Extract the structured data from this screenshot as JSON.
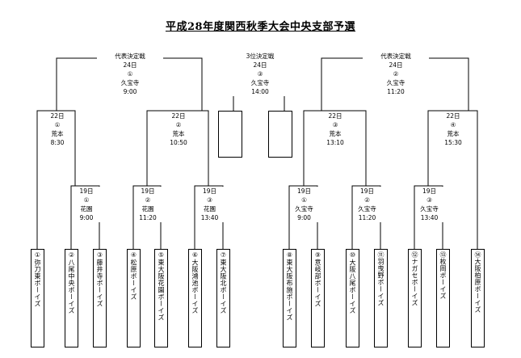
{
  "title": "平成28年度関西秋季大会中央支部予選",
  "final_matches": [
    {
      "round_label": "代表決定戦",
      "date": "24日",
      "number": "①",
      "venue": "久宝寺",
      "time": "9:00"
    },
    {
      "round_label": "3位決定戦",
      "date": "24日",
      "number": "③",
      "venue": "久宝寺",
      "time": "14:00"
    },
    {
      "round_label": "代表決定戦",
      "date": "24日",
      "number": "②",
      "venue": "久宝寺",
      "time": "11:20"
    }
  ],
  "semi_matches": [
    {
      "date": "22日",
      "number": "①",
      "venue": "荒本",
      "time": "8:30"
    },
    {
      "date": "22日",
      "number": "②",
      "venue": "荒本",
      "time": "10:50"
    },
    {
      "date": "22日",
      "number": "③",
      "venue": "荒本",
      "time": "13:10"
    },
    {
      "date": "22日",
      "number": "④",
      "venue": "荒本",
      "time": "15:30"
    }
  ],
  "first_matches": [
    {
      "date": "19日",
      "number": "①",
      "venue": "花園",
      "time": "9:00"
    },
    {
      "date": "19日",
      "number": "②",
      "venue": "花園",
      "time": "11:20"
    },
    {
      "date": "19日",
      "number": "③",
      "venue": "花園",
      "time": "13:40"
    },
    {
      "date": "19日",
      "number": "①",
      "venue": "久宝寺",
      "time": "9:00"
    },
    {
      "date": "19日",
      "number": "②",
      "venue": "久宝寺",
      "time": "11:20"
    },
    {
      "date": "19日",
      "number": "③",
      "venue": "久宝寺",
      "time": "13:40"
    }
  ],
  "teams": [
    "①弥刀東ボーイズ",
    "②八尾中央ボーイズ",
    "③藤井寺ボーイズ",
    "④松原ボーイズ",
    "⑤東大阪花園ボーイズ",
    "⑥大阪鴻池ボーイズ",
    "⑦東大阪北ボーイズ",
    "⑧東大阪布施ボーイズ",
    "⑨意岐部ボーイズ",
    "⑩大阪八尾ボーイズ",
    "⑪羽曳野ボーイズ",
    "⑫ナガセボーイズ",
    "⑬枚岡ボーイズ",
    "⑭大阪柏原ボーイズ"
  ]
}
